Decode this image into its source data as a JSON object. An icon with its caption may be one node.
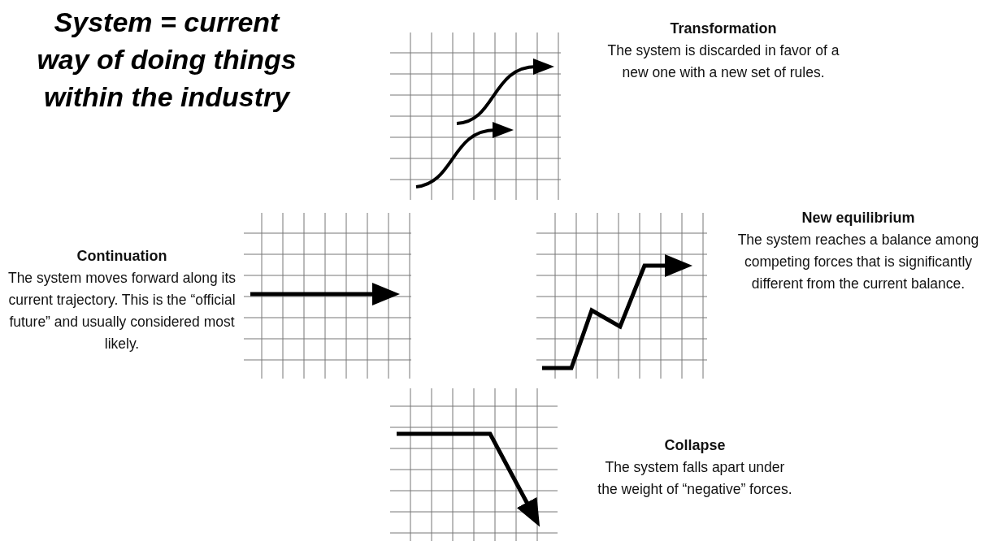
{
  "diagram": {
    "title": "System = current way of doing things within the industry",
    "labels": [
      "Transformation",
      "The system is discarded in favor of a new one with a new set of rules.",
      "Continuation",
      "The system moves forward along its current trajectory. This is the “official future” and usually considered most likely.",
      "New equilibrium",
      "The system reaches a balance among competing forces that is significantly different from the current balance.",
      "Collapse",
      "The system falls apart under the weight of “negative” forces."
    ]
  }
}
